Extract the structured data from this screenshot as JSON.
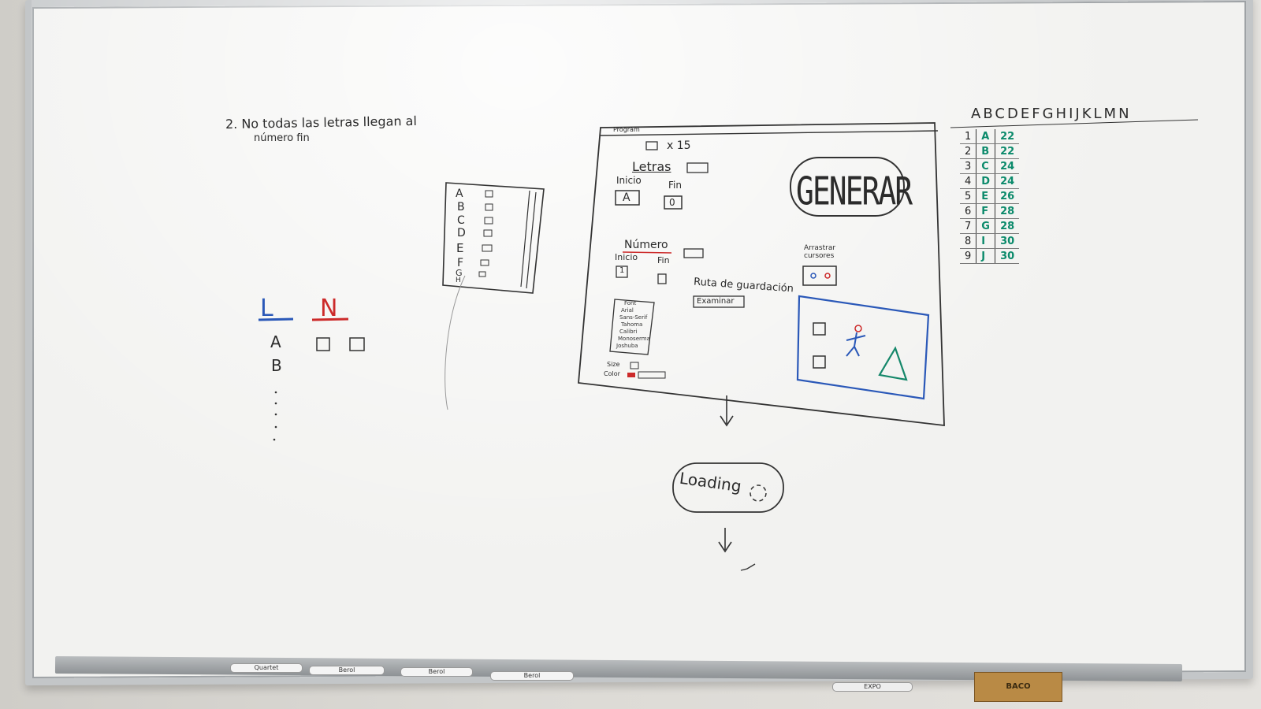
{
  "note": {
    "line1": "2.  No  todas  las  letras  llegan al",
    "line2": "número  fin"
  },
  "ln_table": {
    "col_l": "L",
    "col_n": "N",
    "rows": [
      "A",
      "B"
    ]
  },
  "list_mock": {
    "items": [
      "A",
      "B",
      "C",
      "D",
      "E",
      "F",
      "G",
      "H"
    ]
  },
  "program_mock": {
    "title": "Program",
    "times_label": "x 15",
    "letras": {
      "label": "Letras",
      "inicio": "Inicio",
      "fin": "Fin",
      "inicio_value": "A",
      "fin_value": "0"
    },
    "generar": "GENERAR",
    "numero": {
      "label": "Número",
      "inicio": "Inicio",
      "fin": "Fin",
      "inicio_value": "1"
    },
    "arrastrar": "Arrastrar cursores",
    "ruta": "Ruta de guardación",
    "examinar": "Examinar",
    "font_list": [
      "Font",
      "Arial",
      "Sans-Serif",
      "Tahoma",
      "Calibri",
      "Monoserma",
      "Joshuba"
    ],
    "size_label": "Size",
    "color_label": "Color"
  },
  "loading": "Loading",
  "sheet": {
    "header": [
      "A",
      "B",
      "C",
      "D",
      "E",
      "F",
      "G",
      "H",
      "I",
      "J",
      "K",
      "L",
      "M",
      "N"
    ],
    "rows": [
      {
        "n": "1",
        "letter": "A",
        "value": "22"
      },
      {
        "n": "2",
        "letter": "B",
        "value": "22"
      },
      {
        "n": "3",
        "letter": "C",
        "value": "24"
      },
      {
        "n": "4",
        "letter": "D",
        "value": "24"
      },
      {
        "n": "5",
        "letter": "E",
        "value": "26"
      },
      {
        "n": "6",
        "letter": "F",
        "value": "28"
      },
      {
        "n": "7",
        "letter": "G",
        "value": "28"
      },
      {
        "n": "8",
        "letter": "I",
        "value": "30"
      },
      {
        "n": "9",
        "letter": "J",
        "value": "30"
      }
    ]
  },
  "tray": {
    "markers": [
      "Quartet",
      "Berol",
      "Berol",
      "Berol",
      "EXPO"
    ],
    "eraser": "BACO"
  },
  "colors": {
    "blue": "#2a58b8",
    "red": "#cc2a2a",
    "green": "#14876a",
    "black": "#2b2b2b"
  }
}
